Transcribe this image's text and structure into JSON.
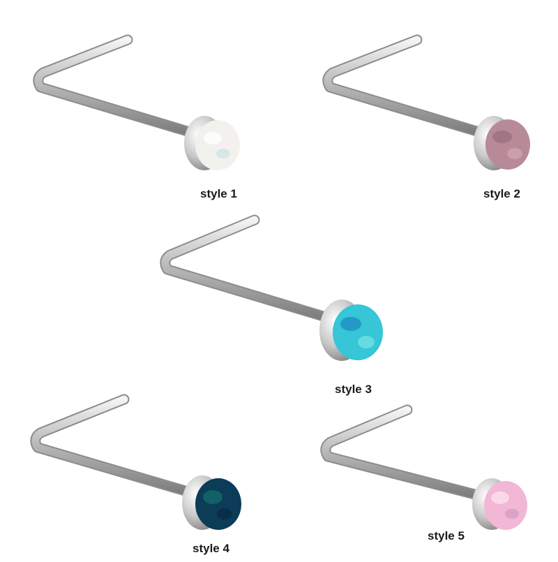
{
  "items": [
    {
      "label": "style 1",
      "stone": {
        "base": "#f3f1ee",
        "fleck": "#ffffff",
        "fleck2": "#cfe3e6"
      }
    },
    {
      "label": "style 2",
      "stone": {
        "base": "#b88a98",
        "fleck": "#9a6f80",
        "fleck2": "#cfa2b2"
      }
    },
    {
      "label": "style 3",
      "stone": {
        "base": "#37c5d8",
        "fleck": "#1d8fc1",
        "fleck2": "#6ee1e5"
      }
    },
    {
      "label": "style 4",
      "stone": {
        "base": "#0c3c58",
        "fleck": "#136b6a",
        "fleck2": "#0a2a44"
      }
    },
    {
      "label": "style 5",
      "stone": {
        "base": "#f1b7d4",
        "fleck": "#fbe0ee",
        "fleck2": "#d69cc4"
      }
    }
  ]
}
